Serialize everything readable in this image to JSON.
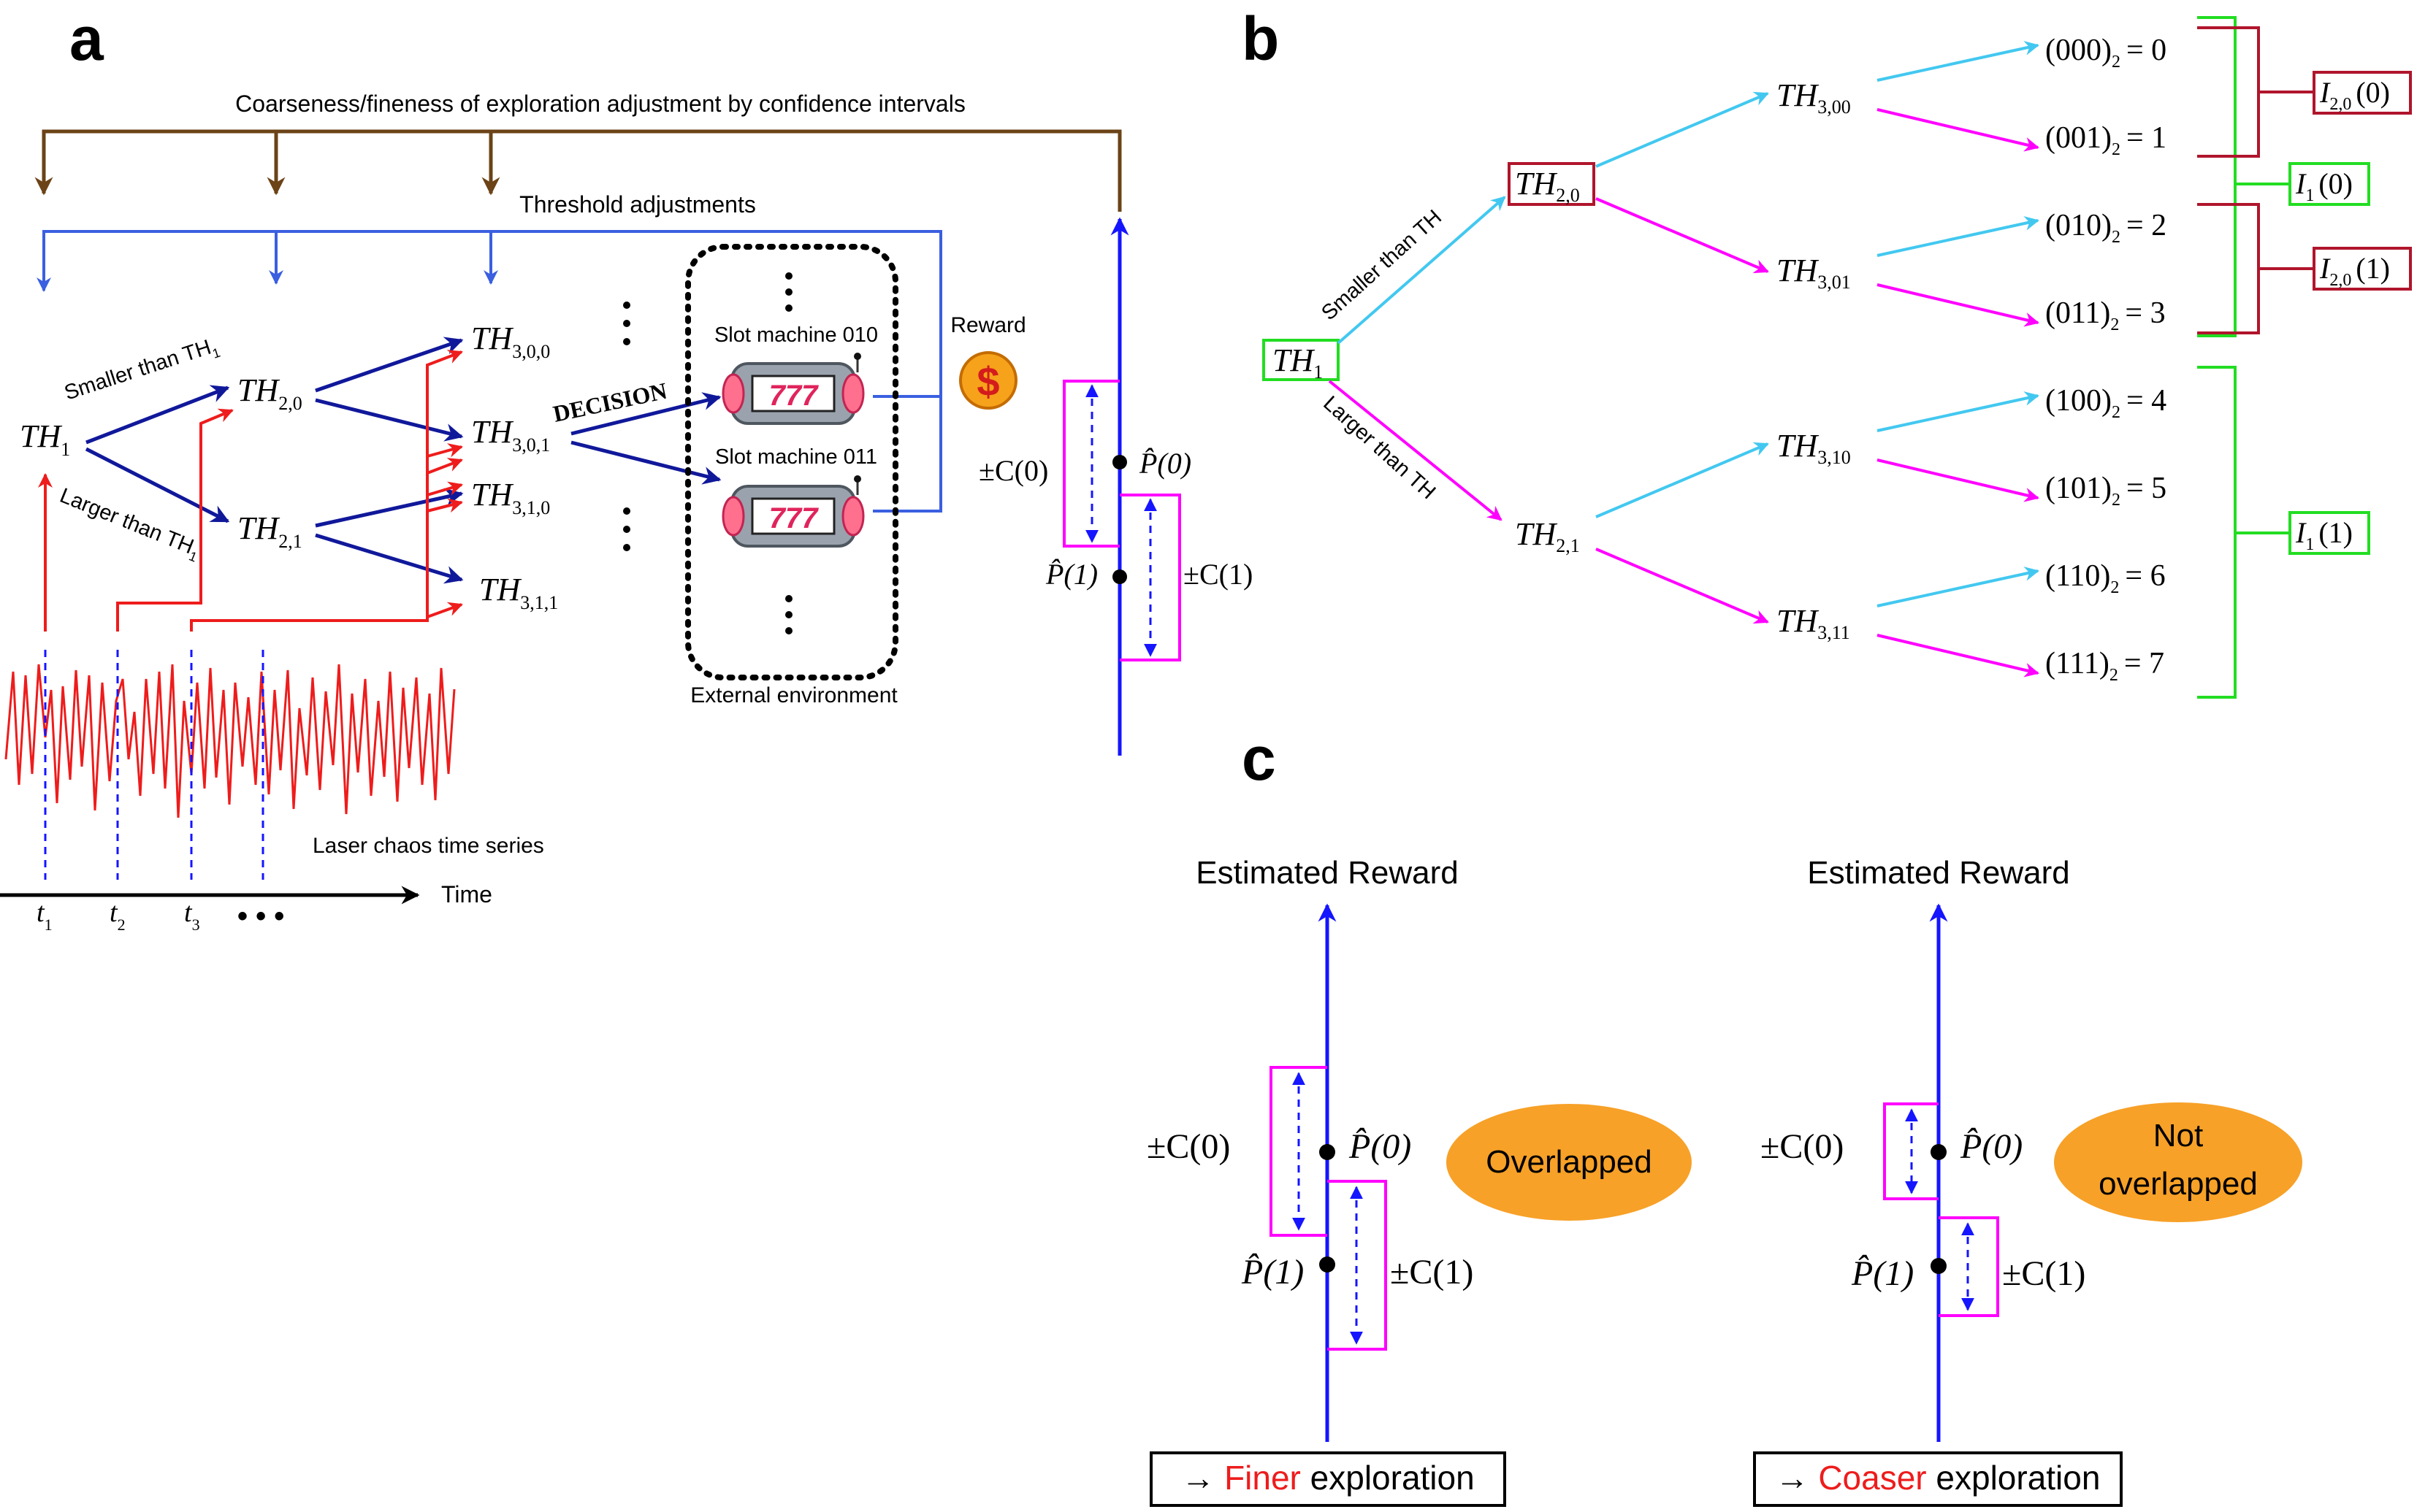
{
  "panel_labels": {
    "a": "a",
    "b": "b",
    "c": "c"
  },
  "panel_a": {
    "coarseness_label": "Coarseness/fineness of exploration adjustment by confidence intervals",
    "threshold_label": "Threshold adjustments",
    "th1": "TH",
    "th1_sub": "1",
    "th20": "TH",
    "th20_sub": "2,0",
    "th21": "TH",
    "th21_sub": "2,1",
    "th300": "TH",
    "th300_sub": "3,0,0",
    "th301": "TH",
    "th301_sub": "3,0,1",
    "th310": "TH",
    "th310_sub": "3,1,0",
    "th311": "TH",
    "th311_sub": "3,1,1",
    "smaller_label": "Smaller than TH",
    "smaller_sub": "1",
    "larger_label": "Larger than TH",
    "larger_sub": "1",
    "decision": "DECISION",
    "slot010": "Slot machine 010",
    "slot011": "Slot machine 011",
    "slot_glyph": "777",
    "external_env": "External environment",
    "reward": "Reward",
    "dollar": "$",
    "laser_label": "Laser chaos time series",
    "time_label": "Time",
    "t1": "t",
    "t1_sub": "1",
    "t2": "t",
    "t2_sub": "2",
    "t3": "t",
    "t3_sub": "3",
    "ellipsis": "• • •",
    "pc0": "±C(0)",
    "pc1": "±C(1)",
    "p0": "P̂(0)",
    "p1": "P̂(1)"
  },
  "panel_b": {
    "root": "TH",
    "root_sub": "1",
    "n20": "TH",
    "n20_sub": "2,0",
    "n21": "TH",
    "n21_sub": "2,1",
    "n300": "TH",
    "n300_sub": "3,00",
    "n301": "TH",
    "n301_sub": "3,01",
    "n310": "TH",
    "n310_sub": "3,10",
    "n311": "TH",
    "n311_sub": "3,11",
    "smaller_label": "Smaller than TH",
    "larger_label": "Larger than TH",
    "leaves": [
      {
        "bits": "(000)",
        "sub": "2",
        "val": "= 0"
      },
      {
        "bits": "(001)",
        "sub": "2",
        "val": "= 1"
      },
      {
        "bits": "(010)",
        "sub": "2",
        "val": "= 2"
      },
      {
        "bits": "(011)",
        "sub": "2",
        "val": "= 3"
      },
      {
        "bits": "(100)",
        "sub": "2",
        "val": "= 4"
      },
      {
        "bits": "(101)",
        "sub": "2",
        "val": "= 5"
      },
      {
        "bits": "(110)",
        "sub": "2",
        "val": "= 6"
      },
      {
        "bits": "(111)",
        "sub": "2",
        "val": "= 7"
      }
    ],
    "i20_0": {
      "name": "I",
      "sub": "2,0",
      "arg": "(0)"
    },
    "i20_1": {
      "name": "I",
      "sub": "2,0",
      "arg": "(1)"
    },
    "i1_0": {
      "name": "I",
      "sub": "1",
      "arg": "(0)"
    },
    "i1_1": {
      "name": "I",
      "sub": "1",
      "arg": "(1)"
    }
  },
  "panel_c": {
    "left": {
      "title": "Estimated Reward",
      "pc0": "±C(0)",
      "pc1": "±C(1)",
      "p0": "P̂(0)",
      "p1": "P̂(1)",
      "badge": "Overlapped",
      "result_arrow": "→",
      "result_red": "Finer",
      "result_rest": "exploration"
    },
    "right": {
      "title": "Estimated Reward",
      "pc0": "±C(0)",
      "pc1": "±C(1)",
      "p0": "P̂(0)",
      "p1": "P̂(1)",
      "badge_line1": "Not",
      "badge_line2": "overlapped",
      "result_arrow": "→",
      "result_red": "Coaser",
      "result_rest": "exploration"
    }
  },
  "colors": {
    "brown": "#6b4317",
    "blue_line": "#3a5fe0",
    "navy": "#10189a",
    "red": "#ee1c1c",
    "magenta": "#ff00ff",
    "cyan": "#42c8f0",
    "green": "#22dd22",
    "darkred": "#b0152c",
    "orange": "#f7a128",
    "axis_blue": "#1515ff"
  }
}
